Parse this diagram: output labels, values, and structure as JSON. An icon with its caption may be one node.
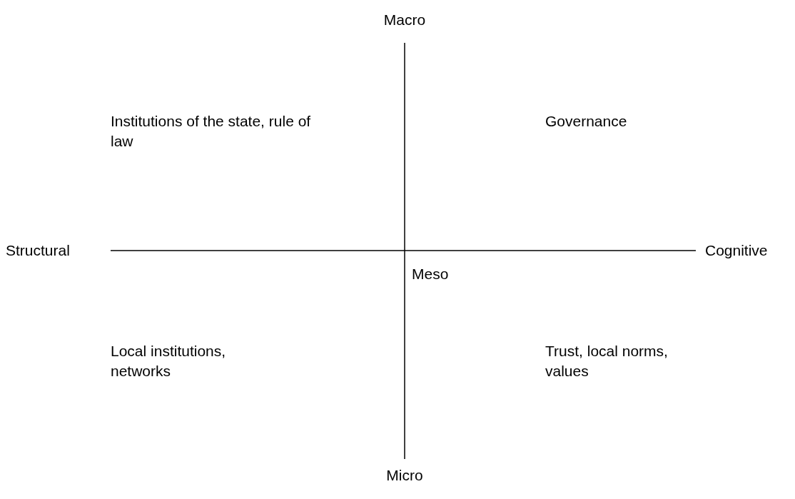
{
  "diagram": {
    "labels": [
      "Macro",
      "Institutions of the state, rule of law",
      "Governance",
      "Structural",
      "Cognitive",
      "Meso",
      "Local institutions, networks",
      "Trust, local norms, values",
      "Micro"
    ]
  }
}
